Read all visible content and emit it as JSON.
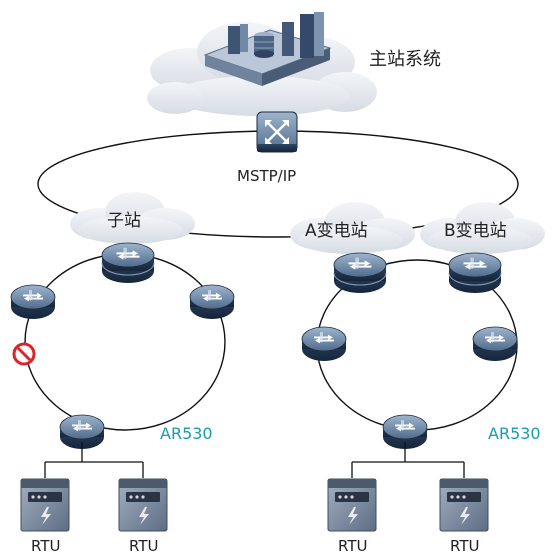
{
  "labels": {
    "master_station": "主站系统",
    "backbone_link": "MSTP/IP",
    "substation": "子站",
    "substation_a": "A变电站",
    "substation_b": "B变电站",
    "router_model_left": "AR530",
    "router_model_right": "AR530",
    "rtu_1": "RTU",
    "rtu_2": "RTU",
    "rtu_3": "RTU",
    "rtu_4": "RTU"
  },
  "colors": {
    "switch_dark": "#1f3248",
    "switch_mid": "#3d5978",
    "switch_light": "#7d96b3",
    "cloud": "#e6e9ee",
    "line": "#111111",
    "blocked": "#d8262c",
    "model_text": "#1a9bb0",
    "rtu_body": "#7e8da1"
  },
  "icons": {
    "server": "server-cluster-icon",
    "core": "core-switch-icon",
    "router": "router-icon",
    "stacked": "stacked-switch-icon",
    "rtu": "rtu-device-icon",
    "blocked": "blocked-port-icon"
  }
}
